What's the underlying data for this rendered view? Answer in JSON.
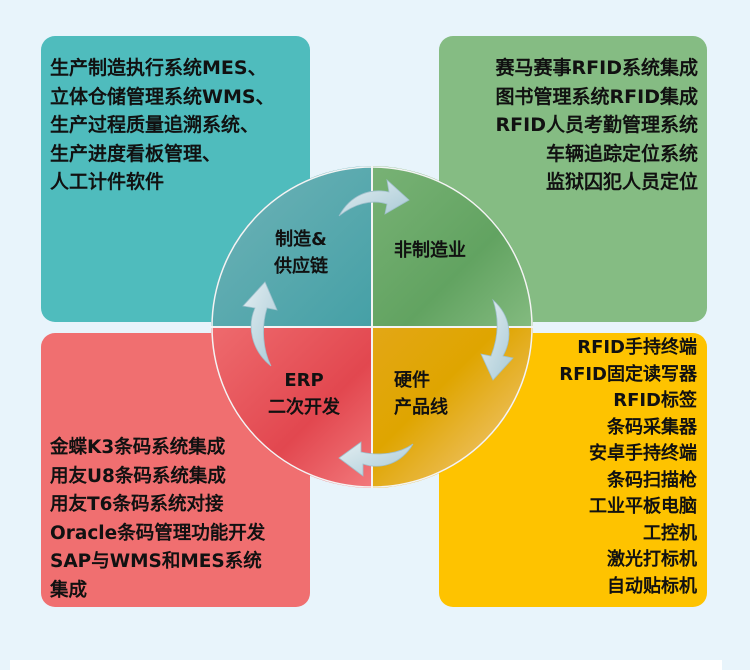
{
  "colors": {
    "background": "#e8f4fb",
    "teal": "#4fbcbd",
    "green": "#85bc83",
    "red": "#f06f70",
    "yellow": "#fec300",
    "arrow": "#c8dde6"
  },
  "boxes": {
    "top_left": {
      "lines": [
        "生产制造执行系统MES、",
        "立体仓储管理系统WMS、",
        "生产过程质量追溯系统、",
        "生产进度看板管理、",
        "人工计件软件"
      ]
    },
    "top_right": {
      "lines": [
        "赛马赛事RFID系统集成",
        "图书管理系统RFID集成",
        "RFID人员考勤管理系统",
        "车辆追踪定位系统",
        "监狱囚犯人员定位"
      ]
    },
    "bottom_left": {
      "lines": [
        "金蝶K3条码系统集成",
        "用友U8条码系统集成",
        "用友T6条码系统对接",
        "Oracle条码管理功能开发",
        "SAP与WMS和MES系统",
        "集成"
      ]
    },
    "bottom_right": {
      "lines": [
        "RFID手持终端",
        "RFID固定读写器",
        "RFID标签",
        "条码采集器",
        "安卓手持终端",
        "条码扫描枪",
        "工业平板电脑",
        "工控机",
        "激光打标机",
        "自动贴标机"
      ]
    }
  },
  "cycle": {
    "quadrants": {
      "top_left": [
        "制造&",
        "供应链"
      ],
      "top_right": [
        "非制造业"
      ],
      "bottom_left": [
        "ERP",
        "二次开发"
      ],
      "bottom_right": [
        "硬件",
        "产品线"
      ]
    },
    "arrows": [
      "arrow-tl-to-tr",
      "arrow-tr-to-br",
      "arrow-br-to-bl",
      "arrow-bl-to-tl"
    ]
  }
}
